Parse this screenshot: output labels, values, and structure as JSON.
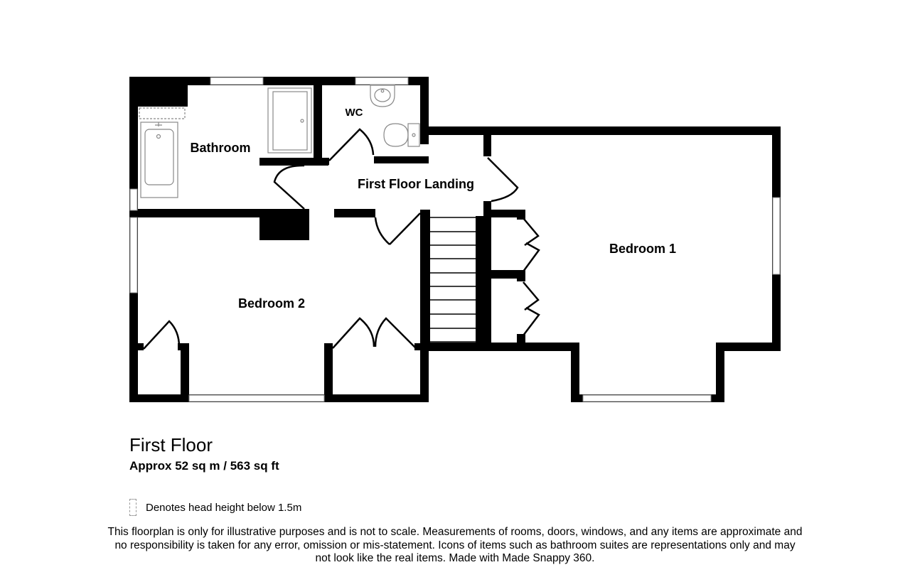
{
  "rooms": {
    "bathroom": "Bathroom",
    "wc": "WC",
    "landing": "First Floor Landing",
    "bedroom1": "Bedroom 1",
    "bedroom2": "Bedroom 2"
  },
  "floor": {
    "title": "First Floor",
    "area": "Approx 52 sq m / 563 sq ft"
  },
  "legend": {
    "text": "Denotes head height below 1.5m"
  },
  "disclaimer": "This floorplan is only for illustrative purposes and is not to scale. Measurements of rooms, doors, windows, and any items are approximate and no responsibility is taken for any error, omission or mis-statement. Icons of items such as bathroom suites are representations only and may not look like the real items. Made with Made Snappy 360.",
  "colors": {
    "wall": "#000000",
    "fixture": "#888888",
    "background": "#ffffff"
  }
}
